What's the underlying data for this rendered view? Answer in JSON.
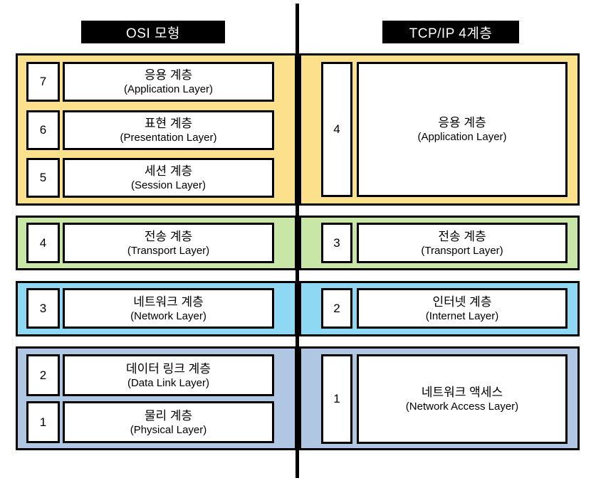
{
  "osi": {
    "header": "OSI 모형",
    "groups": [
      {
        "color": "#FCE08C",
        "layers": [
          {
            "num": "7",
            "ko": "응용 계층",
            "en": "(Application Layer)"
          },
          {
            "num": "6",
            "ko": "표현 계층",
            "en": "(Presentation Layer)"
          },
          {
            "num": "5",
            "ko": "세션 계층",
            "en": "(Session Layer)"
          }
        ]
      },
      {
        "color": "#C8E6A6",
        "layers": [
          {
            "num": "4",
            "ko": "전송 계층",
            "en": "(Transport Layer)"
          }
        ]
      },
      {
        "color": "#8FD8F3",
        "layers": [
          {
            "num": "3",
            "ko": "네트워크 계층",
            "en": "(Network Layer)"
          }
        ]
      },
      {
        "color": "#AFC7E2",
        "layers": [
          {
            "num": "2",
            "ko": "데이터 링크 계층",
            "en": "(Data Link Layer)"
          },
          {
            "num": "1",
            "ko": "물리 계층",
            "en": "(Physical Layer)"
          }
        ]
      }
    ]
  },
  "tcpip": {
    "header": "TCP/IP 4계층",
    "groups": [
      {
        "color": "#FCE08C",
        "layers": [
          {
            "num": "4",
            "ko": "응용 계층",
            "en": "(Application Layer)"
          }
        ]
      },
      {
        "color": "#C8E6A6",
        "layers": [
          {
            "num": "3",
            "ko": "전송 계층",
            "en": "(Transport Layer)"
          }
        ]
      },
      {
        "color": "#8FD8F3",
        "layers": [
          {
            "num": "2",
            "ko": "인터넷 계층",
            "en": "(Internet Layer)"
          }
        ]
      },
      {
        "color": "#AFC7E2",
        "layers": [
          {
            "num": "1",
            "ko": "네트워크 액세스",
            "en": "(Network Access Layer)"
          }
        ]
      }
    ]
  }
}
